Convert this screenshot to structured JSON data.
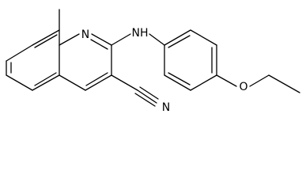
{
  "molecule": {
    "line_color": "#000000",
    "atom_labels": {
      "ring_nitrogen": "N",
      "amine_nh": "NH",
      "nitrile_nitrogen": "N",
      "ether_oxygen": "O"
    }
  }
}
